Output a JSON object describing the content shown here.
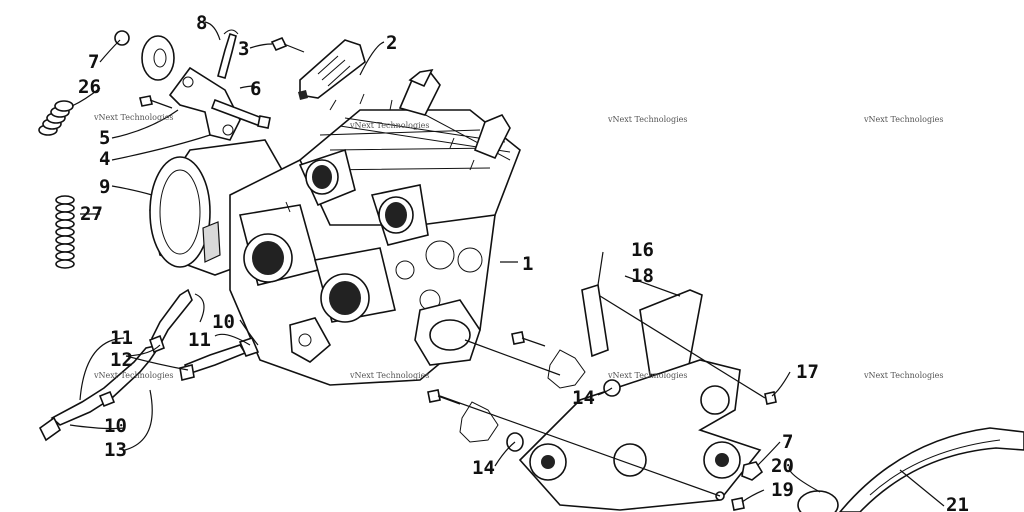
{
  "diagram": {
    "background": "#ffffff",
    "line_color": "#111111",
    "watermark_text": "vNext Technologies",
    "callouts": [
      "1",
      "2",
      "3",
      "4",
      "5",
      "6",
      "7",
      "8",
      "9",
      "10",
      "10",
      "11",
      "11",
      "12",
      "13",
      "14",
      "14",
      "16",
      "17",
      "18",
      "19",
      "20",
      "21",
      "26",
      "27",
      "7"
    ]
  }
}
